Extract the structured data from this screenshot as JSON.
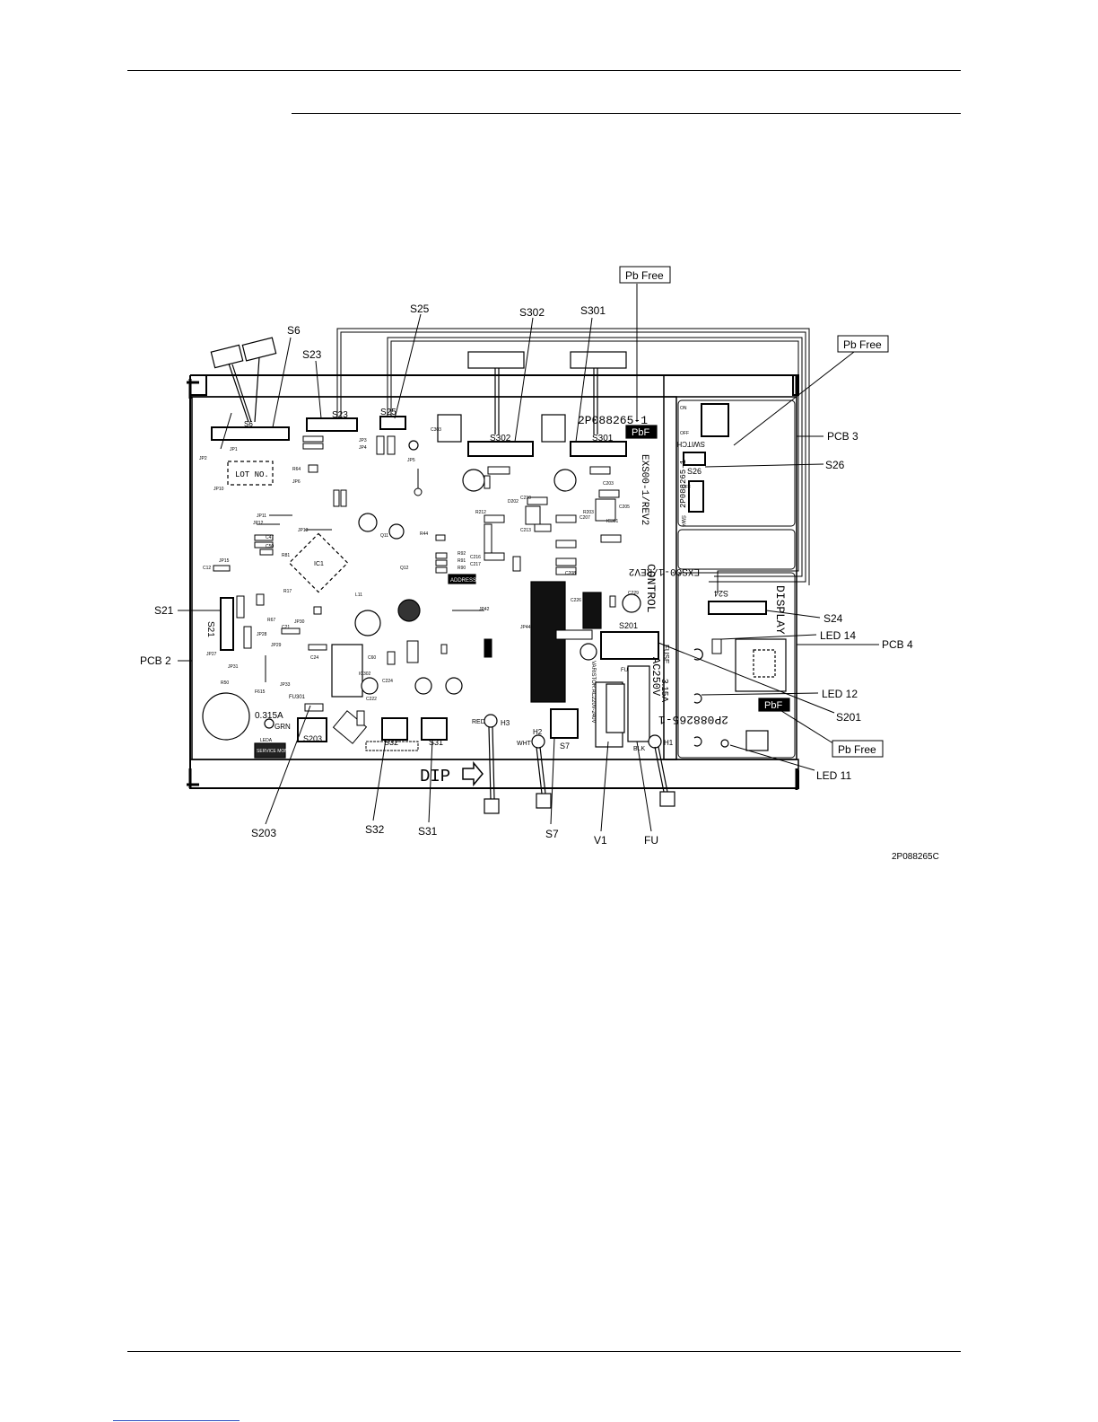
{
  "figure_code": "2P088265C",
  "callouts": {
    "pb_free_top": "Pb Free",
    "pb_free_pcb3": "Pb Free",
    "pb_free_pcb4": "Pb Free",
    "s25": "S25",
    "s302": "S302",
    "s301": "S301",
    "s6": "S6",
    "s23": "S23",
    "s21": "S21",
    "pcb2": "PCB 2",
    "pcb3": "PCB 3",
    "s26": "S26",
    "s24": "S24",
    "led14": "LED 14",
    "pcb4": "PCB 4",
    "led12": "LED 12",
    "s201": "S201",
    "led11": "LED 11",
    "s203": "S203",
    "s32": "S32",
    "s31": "S31",
    "s7": "S7",
    "v1": "V1",
    "fu": "FU"
  },
  "board": {
    "part_no": "2P088265-1",
    "pbf": "PbF",
    "control": "CONTROL",
    "display": "DISPLAY",
    "lot_no": "LOT NO.",
    "dip": "DIP",
    "service_monitor": "SERVICE MONITOR",
    "model_control": "EXS00-1/REV2",
    "model_display": "EXS00-1/REV2",
    "fuse": "FUSE",
    "fuse_rating": "AC250V",
    "fuse_amp": "3.15A",
    "varistor": "VARISTOR AC220V-240V",
    "small_fuse": "0.315A",
    "fu_ref": "FU",
    "fu301": "FU301",
    "grn": "GRN",
    "led_a": "LEDA",
    "red": "RED",
    "wht": "WHT",
    "blk": "BLK",
    "h1": "H1",
    "h2": "H2",
    "h3": "H3",
    "switch": "SWITCH",
    "sw4": "SW4",
    "on": "ON",
    "off": "OFF",
    "ic1": "IC1",
    "address": "ADDRESS",
    "conn": {
      "s6": "S6",
      "s23": "S23",
      "s25": "S25",
      "s302": "S302",
      "s301": "S301",
      "s21": "S21",
      "s203": "S203",
      "s32": "S32",
      "s31": "S31",
      "s7": "S7",
      "s201": "S201",
      "s26": "S26",
      "s24": "S24"
    },
    "refs": [
      "JP1",
      "JP2",
      "JP3",
      "JP4",
      "JP5",
      "JP6",
      "JP10",
      "JP11",
      "JP12",
      "JP13",
      "JP15",
      "JP27",
      "JP28",
      "JP29",
      "JP30",
      "JP31",
      "JP33",
      "JP42",
      "JP44",
      "C12",
      "C21",
      "C24",
      "C47",
      "C50",
      "C60",
      "C203",
      "C205",
      "C207",
      "C208",
      "C210",
      "C213",
      "C216",
      "C217",
      "C222",
      "C224",
      "C226",
      "C229",
      "C303",
      "R17",
      "R44",
      "R50",
      "R64",
      "R67",
      "R81",
      "R90",
      "R91",
      "R92",
      "R203",
      "R212",
      "F615",
      "L11",
      "IC301",
      "IC302",
      "Q11",
      "Q12",
      "D202"
    ]
  }
}
